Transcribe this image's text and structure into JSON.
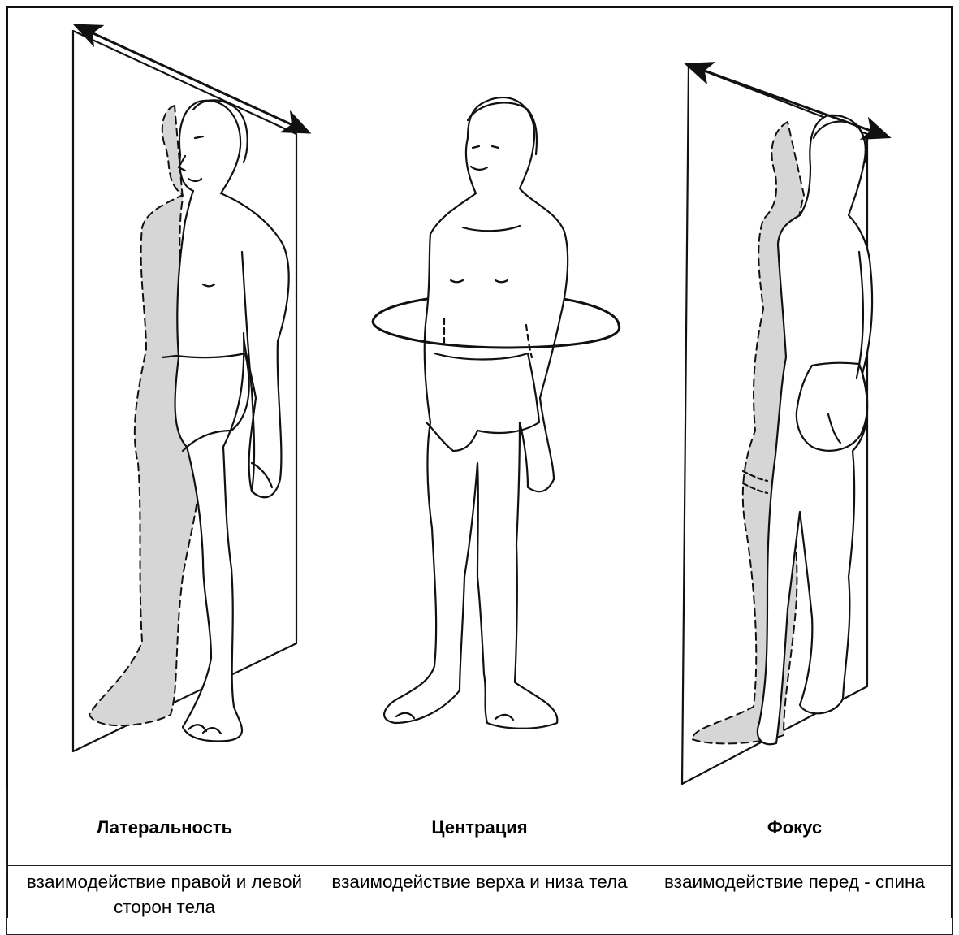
{
  "planes": [
    {
      "title": "Латеральность",
      "description": "взаимодействие правой и левой сторон тела",
      "icon": "sagittal-plane-figure"
    },
    {
      "title": "Центрация",
      "description": "взаимодействие верха и низа тела",
      "icon": "transverse-plane-figure"
    },
    {
      "title": "Фокус",
      "description": "взаимодействие перед - спина",
      "icon": "frontal-plane-figure"
    }
  ],
  "colors": {
    "line": "#111111",
    "shadow": "#d4d4d4",
    "background": "#ffffff"
  }
}
